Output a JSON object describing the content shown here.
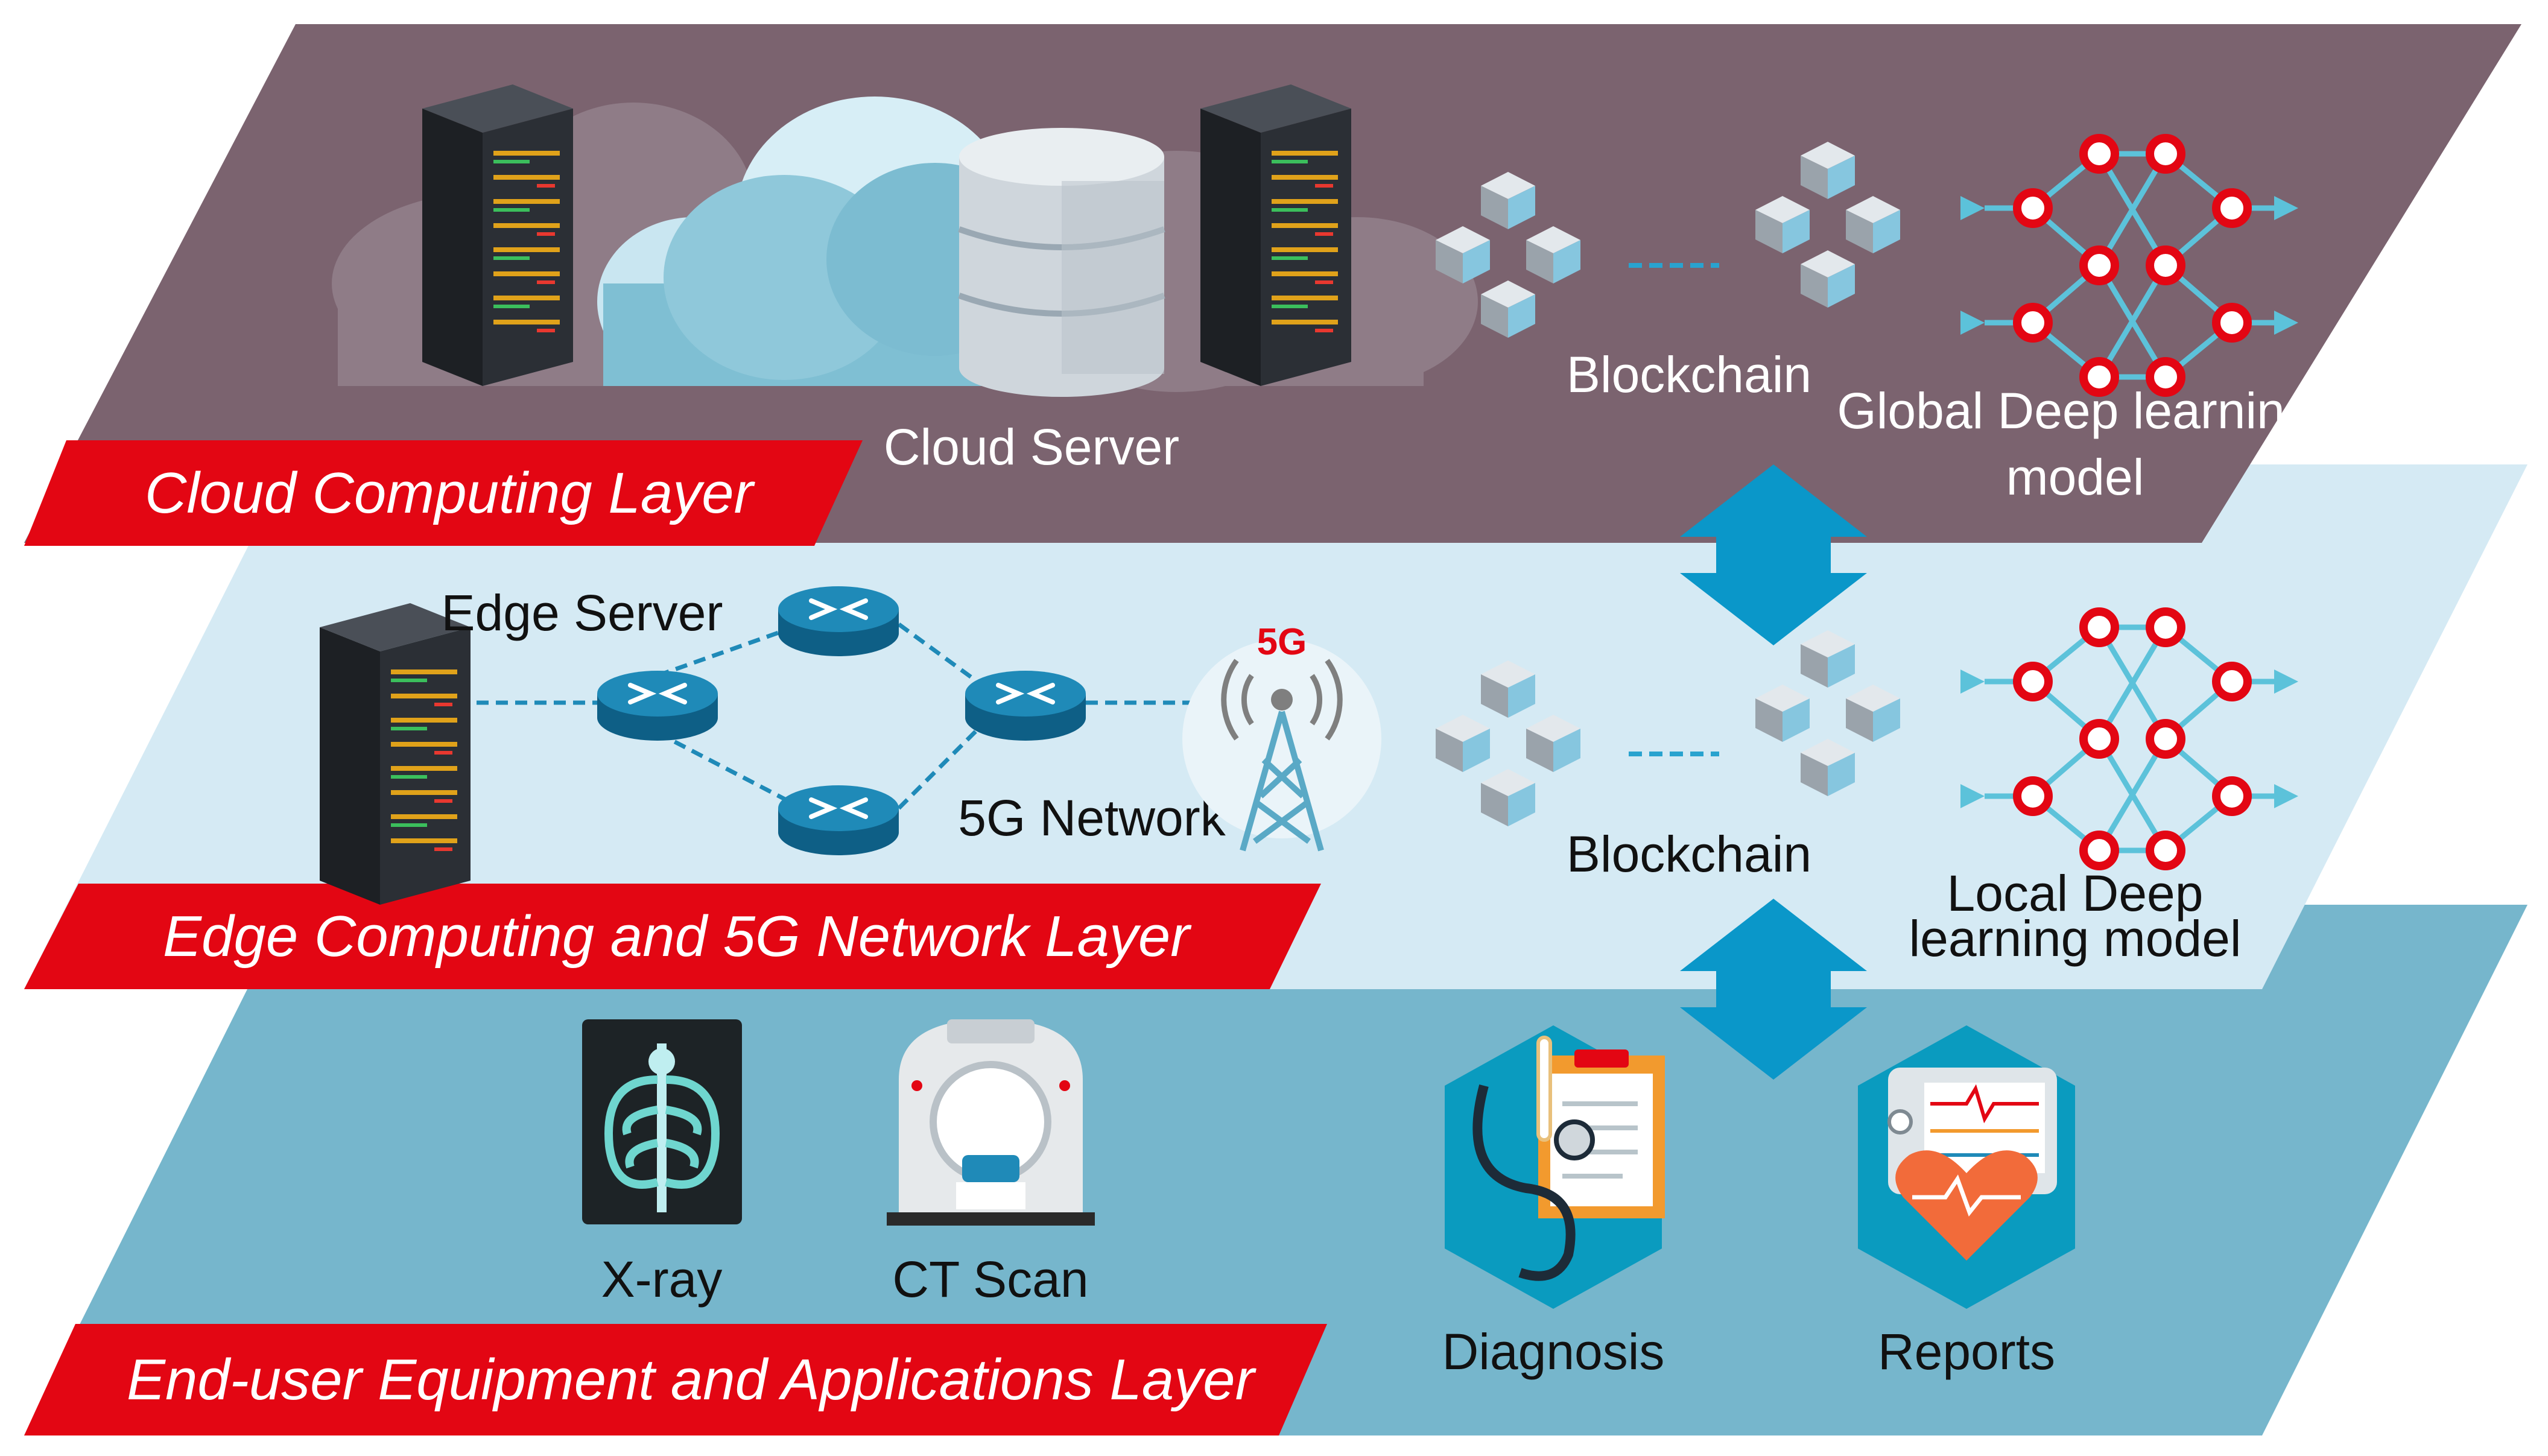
{
  "layers": {
    "cloud": {
      "title": "Cloud Computing Layer",
      "color": "#7b636f"
    },
    "edge": {
      "title": "Edge Computing and 5G Network Layer",
      "color": "#d5eaf4"
    },
    "enduser": {
      "title": "End-user Equipment and Applications Layer",
      "color": "#76b6cc"
    }
  },
  "banner_color": "#e30613",
  "cloud": {
    "server_label": "Cloud Server",
    "blockchain_label": "Blockchain",
    "model_label_line1": "Global Deep learning",
    "model_label_line2": "model"
  },
  "edge": {
    "server_label": "Edge Server",
    "network_label": "5G Network",
    "tower_badge": "5G",
    "blockchain_label": "Blockchain",
    "model_label_line1": "Local Deep",
    "model_label_line2": "learning model"
  },
  "enduser": {
    "xray_label": "X-ray",
    "ct_label": "CT Scan",
    "diagnosis_label": "Diagnosis",
    "reports_label": "Reports"
  },
  "icons": [
    "server-rack-icon",
    "cloud-icon",
    "database-icon",
    "blockchain-icon",
    "neural-network-icon",
    "router-icon",
    "cell-tower-icon",
    "xray-icon",
    "ct-scanner-icon",
    "stethoscope-clipboard-icon",
    "heart-monitor-icon",
    "double-arrow-icon"
  ]
}
